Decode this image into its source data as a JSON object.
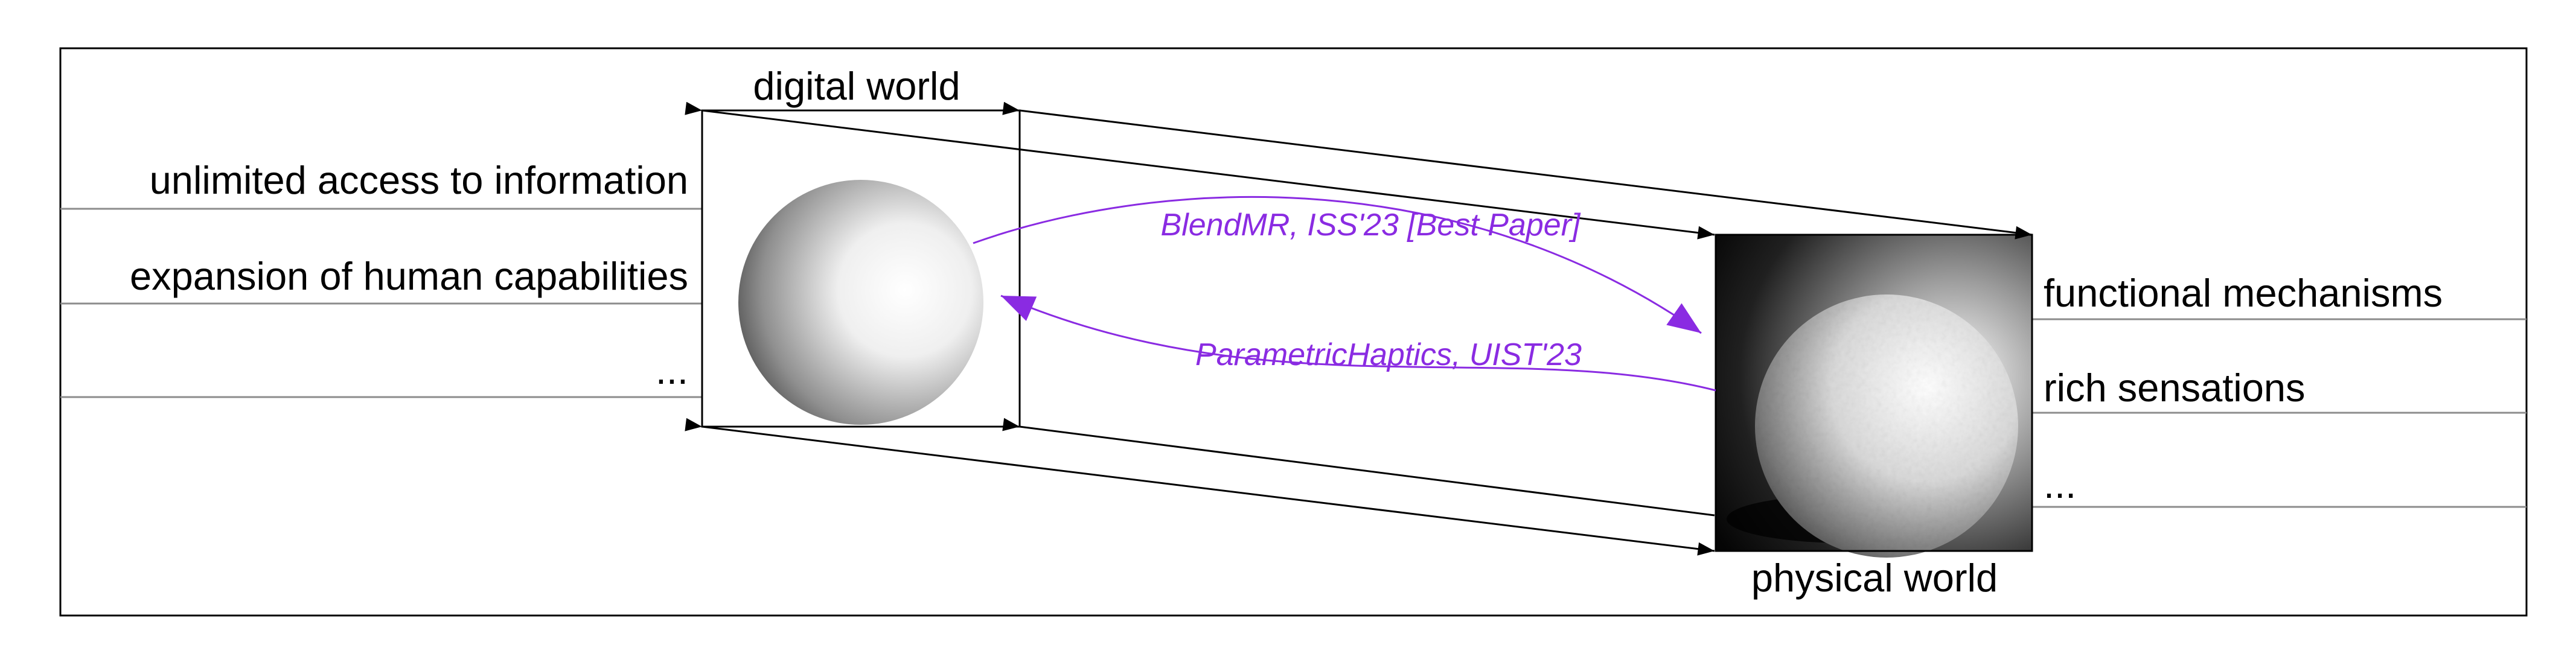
{
  "digital_world": {
    "title": "digital world",
    "properties": [
      "unlimited access to information",
      "expansion of human capabilities",
      "..."
    ]
  },
  "physical_world": {
    "title": "physical world",
    "properties": [
      "functional mechanisms",
      "rich sensations",
      "..."
    ]
  },
  "links": [
    {
      "label": "BlendMR, ISS'23 [Best Paper]",
      "direction": "digital-to-physical"
    },
    {
      "label": "ParametricHaptics, UIST'23",
      "direction": "physical-to-digital"
    }
  ],
  "colors": {
    "accent": "#8a2be2",
    "line": "#000000",
    "divider": "#8c8c8c",
    "background": "#ffffff"
  }
}
